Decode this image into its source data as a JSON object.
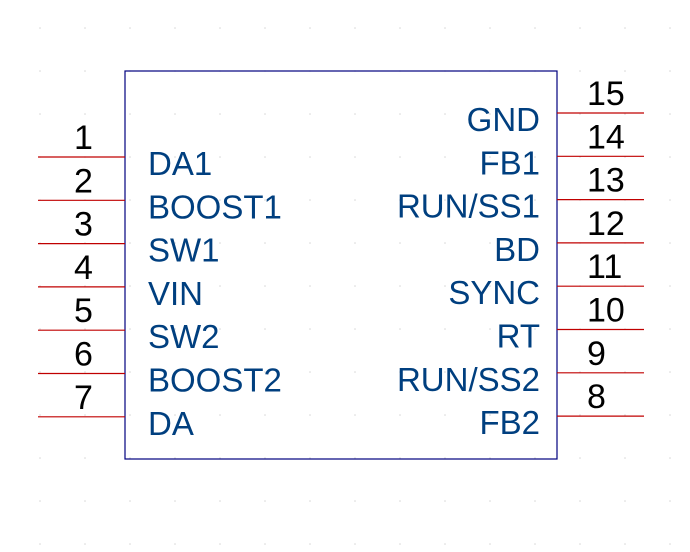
{
  "colors": {
    "background": "#ffffff",
    "body_outline": "#00007f",
    "pin_line": "#c00000",
    "pin_name": "#003f7f",
    "pin_number": "#000000",
    "grid_dot": "#d8d8d8"
  },
  "component": {
    "left_pins": [
      {
        "number": "1",
        "name": "DA1"
      },
      {
        "number": "2",
        "name": "BOOST1"
      },
      {
        "number": "3",
        "name": "SW1"
      },
      {
        "number": "4",
        "name": "VIN"
      },
      {
        "number": "5",
        "name": "SW2"
      },
      {
        "number": "6",
        "name": "BOOST2"
      },
      {
        "number": "7",
        "name": "DA"
      }
    ],
    "right_pins": [
      {
        "number": "15",
        "name": "GND"
      },
      {
        "number": "14",
        "name": "FB1"
      },
      {
        "number": "13",
        "name": "RUN/SS1"
      },
      {
        "number": "12",
        "name": "BD"
      },
      {
        "number": "11",
        "name": "SYNC"
      },
      {
        "number": "10",
        "name": "RT"
      },
      {
        "number": "9",
        "name": "RUN/SS2"
      },
      {
        "number": "8",
        "name": "FB2"
      }
    ]
  }
}
